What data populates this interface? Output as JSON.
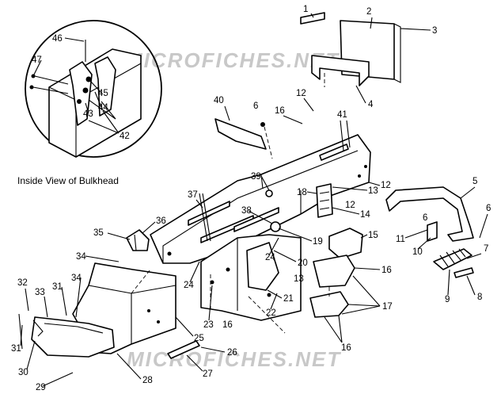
{
  "watermark": "MICROFICHES.NET",
  "inset_caption": "Inside View of Bulkhead",
  "callouts": [
    "1",
    "2",
    "3",
    "4",
    "5",
    "6",
    "6",
    "6",
    "7",
    "8",
    "9",
    "10",
    "11",
    "12",
    "12",
    "12",
    "13",
    "13",
    "14",
    "15",
    "16",
    "16",
    "16",
    "16",
    "17",
    "18",
    "19",
    "20",
    "21",
    "22",
    "23",
    "24",
    "24",
    "25",
    "26",
    "27",
    "28",
    "29",
    "30",
    "31",
    "31",
    "32",
    "33",
    "34",
    "34",
    "35",
    "36",
    "37",
    "38",
    "39",
    "40",
    "41",
    "42",
    "43",
    "44",
    "45",
    "46",
    "47"
  ]
}
